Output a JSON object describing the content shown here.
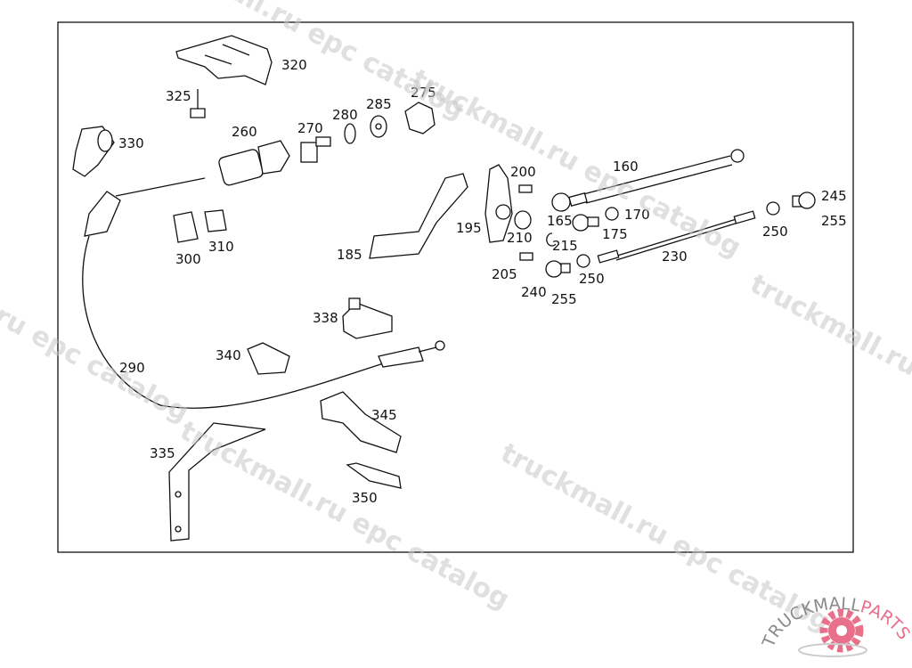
{
  "diagram": {
    "callouts": [
      {
        "id": "320",
        "label": "320"
      },
      {
        "id": "325",
        "label": "325"
      },
      {
        "id": "330",
        "label": "330"
      },
      {
        "id": "260",
        "label": "260"
      },
      {
        "id": "270",
        "label": "270"
      },
      {
        "id": "280",
        "label": "280"
      },
      {
        "id": "285",
        "label": "285"
      },
      {
        "id": "275",
        "label": "275"
      },
      {
        "id": "160",
        "label": "160"
      },
      {
        "id": "200",
        "label": "200"
      },
      {
        "id": "245",
        "label": "245"
      },
      {
        "id": "255a",
        "label": "255"
      },
      {
        "id": "165",
        "label": "165"
      },
      {
        "id": "170",
        "label": "170"
      },
      {
        "id": "195",
        "label": "195"
      },
      {
        "id": "210",
        "label": "210"
      },
      {
        "id": "175",
        "label": "175"
      },
      {
        "id": "215",
        "label": "215"
      },
      {
        "id": "250a",
        "label": "250"
      },
      {
        "id": "230",
        "label": "230"
      },
      {
        "id": "185",
        "label": "185"
      },
      {
        "id": "205",
        "label": "205"
      },
      {
        "id": "250b",
        "label": "250"
      },
      {
        "id": "240",
        "label": "240"
      },
      {
        "id": "255b",
        "label": "255"
      },
      {
        "id": "300",
        "label": "300"
      },
      {
        "id": "310",
        "label": "310"
      },
      {
        "id": "338",
        "label": "338"
      },
      {
        "id": "340",
        "label": "340"
      },
      {
        "id": "290",
        "label": "290"
      },
      {
        "id": "345",
        "label": "345"
      },
      {
        "id": "335",
        "label": "335"
      },
      {
        "id": "350",
        "label": "350"
      }
    ]
  },
  "watermark": "truckmall.ru epc catalog",
  "logo": {
    "part1": "TRUCKMALL",
    "part2": "PARTS",
    "color_gray": "#8a8a8a",
    "color_pink": "#e8708a"
  }
}
